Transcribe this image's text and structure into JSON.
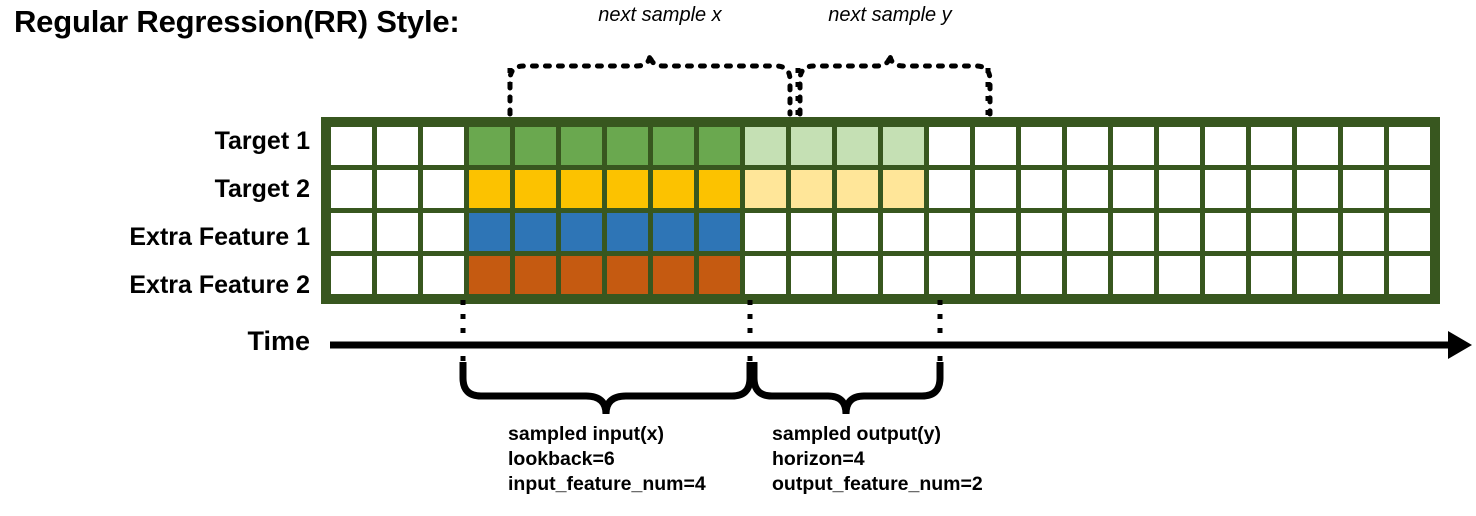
{
  "title": "Regular Regression(RR) Style:",
  "annotations": {
    "next_sample_x": "next sample x",
    "next_sample_y": "next sample y"
  },
  "rows": [
    {
      "label": "Target 1",
      "key": "target-1",
      "color": "#6aa84f",
      "light": "#c5e0b4"
    },
    {
      "label": "Target 2",
      "key": "target-2",
      "color": "#fcc200",
      "light": "#ffe699"
    },
    {
      "label": "Extra Feature 1",
      "key": "extra-feature-1",
      "color": "#2e75b6",
      "light": null
    },
    {
      "label": "Extra Feature 2",
      "key": "extra-feature-2",
      "color": "#c55a11",
      "light": null
    }
  ],
  "axis": {
    "time_label": "Time"
  },
  "grid": {
    "columns": 24,
    "lead_blank_columns": 3,
    "input_columns": 6,
    "output_columns": 4,
    "trailing_blank_columns": 11,
    "border_color": "#38571f",
    "cell_background": "#ffffff"
  },
  "captions": {
    "input": {
      "line1": "sampled input(x)",
      "line2": "lookback=6",
      "line3": "input_feature_num=4"
    },
    "output": {
      "line1": "sampled output(y)",
      "line2": "horizon=4",
      "line3": "output_feature_num=2"
    }
  },
  "chart_data": {
    "type": "table",
    "title": "Regular Regression(RR) Style:",
    "categories": [
      "Target 1",
      "Target 2",
      "Extra Feature 1",
      "Extra Feature 2"
    ],
    "series": [
      {
        "name": "Target 1",
        "filled_input": 6,
        "filled_output": 4
      },
      {
        "name": "Target 2",
        "filled_input": 6,
        "filled_output": 4
      },
      {
        "name": "Extra Feature 1",
        "filled_input": 6,
        "filled_output": 0
      },
      {
        "name": "Extra Feature 2",
        "filled_input": 6,
        "filled_output": 0
      }
    ],
    "lookback": 6,
    "horizon": 4,
    "input_feature_num": 4,
    "output_feature_num": 2,
    "total_timesteps": 24
  }
}
